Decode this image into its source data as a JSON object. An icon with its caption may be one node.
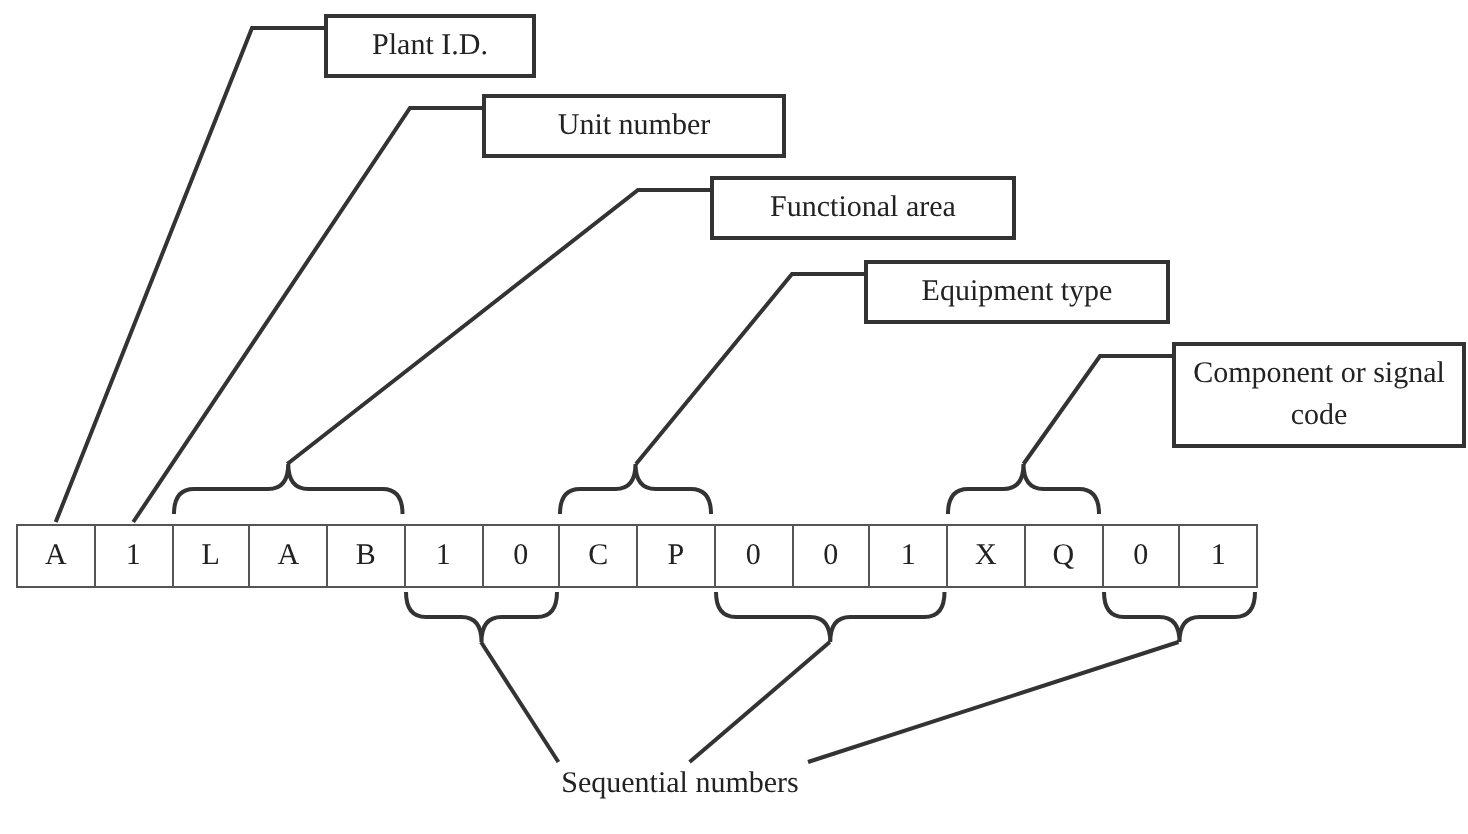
{
  "diagram": {
    "nodes": [
      {
        "text": [
          "Plant I.D."
        ]
      },
      {
        "text": [
          "Unit number"
        ]
      },
      {
        "text": [
          "Functional area"
        ]
      },
      {
        "text": [
          "Equipment type"
        ]
      },
      {
        "text": [
          "Component or signal code"
        ]
      },
      {
        "text": [
          "A"
        ]
      },
      {
        "text": [
          "1"
        ]
      },
      {
        "text": [
          "L"
        ]
      },
      {
        "text": [
          "A"
        ]
      },
      {
        "text": [
          "B"
        ]
      },
      {
        "text": [
          "1"
        ]
      },
      {
        "text": [
          "0"
        ]
      },
      {
        "text": [
          "C"
        ]
      },
      {
        "text": [
          "P"
        ]
      },
      {
        "text": [
          "0"
        ]
      },
      {
        "text": [
          "0"
        ]
      },
      {
        "text": [
          "1"
        ]
      },
      {
        "text": [
          "X"
        ]
      },
      {
        "text": [
          "Q"
        ]
      },
      {
        "text": [
          "0"
        ]
      },
      {
        "text": [
          "1"
        ]
      },
      {
        "text": [],
        "shape": "brace"
      },
      {
        "text": [],
        "shape": "brace"
      },
      {
        "text": [],
        "shape": "brace"
      },
      {
        "text": [],
        "shape": "brace"
      },
      {
        "text": [],
        "shape": "brace"
      },
      {
        "text": [],
        "shape": "brace"
      },
      {
        "text": [
          "Sequential numbers"
        ]
      }
    ],
    "edges": [
      {
        "from": 0,
        "to": 5,
        "arrow": "none"
      },
      {
        "from": 1,
        "to": 6,
        "arrow": "none"
      },
      {
        "from": 2,
        "to": 21,
        "arrow": "none"
      },
      {
        "from": 3,
        "to": 22,
        "arrow": "none"
      },
      {
        "from": 4,
        "to": 23,
        "arrow": "none"
      },
      {
        "from": 27,
        "to": 24,
        "arrow": "none"
      },
      {
        "from": 27,
        "to": 25,
        "arrow": "none"
      },
      {
        "from": 27,
        "to": 26,
        "arrow": "none"
      }
    ]
  }
}
